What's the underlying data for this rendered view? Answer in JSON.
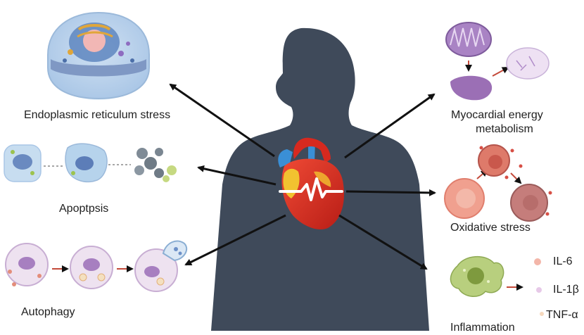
{
  "center": {
    "figure": "human-silhouette",
    "organ": "heart-with-ecg-line"
  },
  "effects": {
    "er_stress": "Endoplasmic reticulum stress",
    "apoptosis": "Apoptpsis",
    "autophagy": "Autophagy",
    "energy_line1": "Myocardial energy",
    "energy_line2": "metabolism",
    "oxidative": "Oxidative stress",
    "inflammation": "Inflammation"
  },
  "cytokines": [
    "IL-6",
    "IL-1β",
    "TNF-α"
  ],
  "colors": {
    "silhouette": "#3f4a5a",
    "arrow": "#111111",
    "heart_red": "#d7291f",
    "heart_yellow": "#f2c230",
    "vessel_blue": "#3a8fd6",
    "mito_purple": "#9b6fb5",
    "oxidative_red": "#d8746a",
    "inflammation_green": "#9fbb61"
  }
}
